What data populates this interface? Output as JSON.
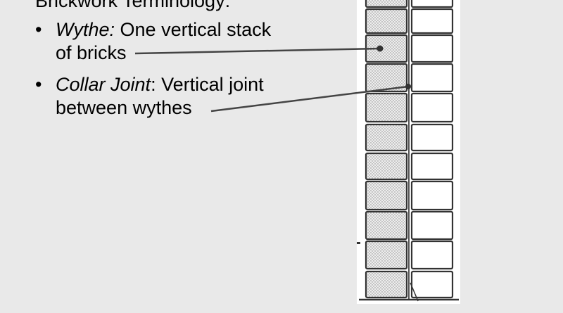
{
  "slide": {
    "title": "Brickwork Terminology:",
    "bullets": [
      {
        "marker": "•",
        "term": "Wythe:",
        "definition_line1": " One vertical stack",
        "definition_line2": "of bricks"
      },
      {
        "marker": "•",
        "term": "Collar Joint",
        "definition_line1": ": Vertical joint",
        "definition_line2": "between wythes"
      }
    ]
  },
  "diagram": {
    "brick_rows": 11,
    "colors": {
      "background": "#e9e9e9",
      "panel": "#ffffff",
      "line": "#3a3a3a",
      "hatched_brick": "#d8d8d8"
    }
  }
}
